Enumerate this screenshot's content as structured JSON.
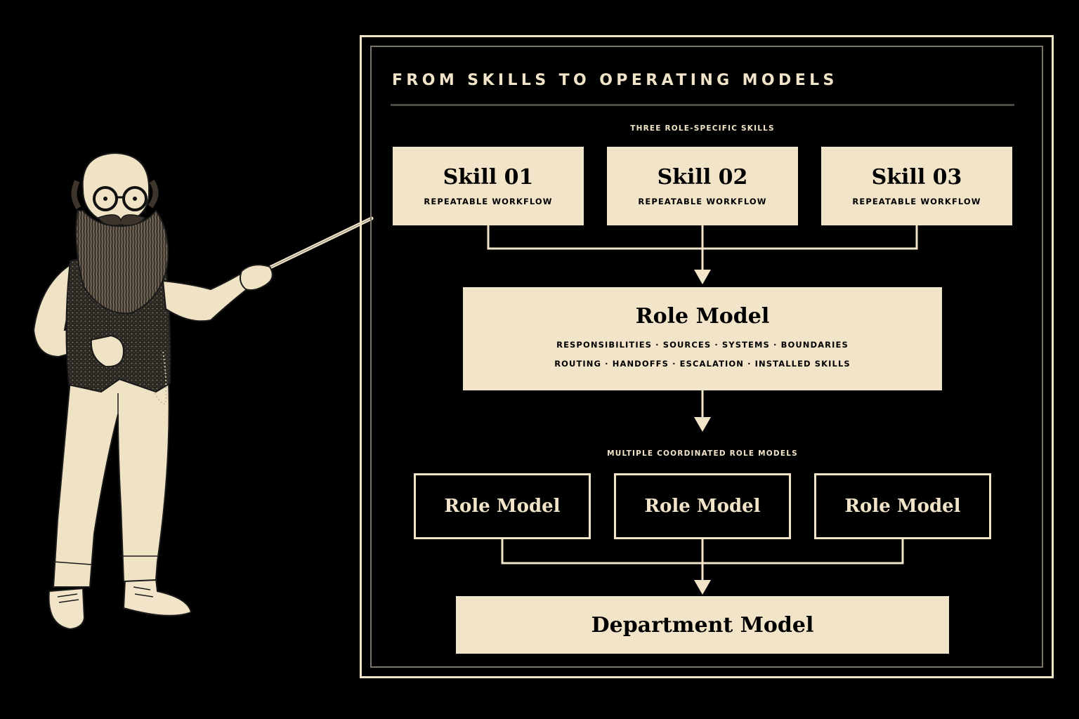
{
  "diagram": {
    "title": "FROM SKILLS TO OPERATING MODELS",
    "skills_section_label": "THREE ROLE-SPECIFIC SKILLS",
    "skills": [
      {
        "title": "Skill 01",
        "subtitle": "REPEATABLE WORKFLOW"
      },
      {
        "title": "Skill 02",
        "subtitle": "REPEATABLE WORKFLOW"
      },
      {
        "title": "Skill 03",
        "subtitle": "REPEATABLE WORKFLOW"
      }
    ],
    "role_model": {
      "title": "Role Model",
      "line1": "RESPONSIBILITIES · SOURCES · SYSTEMS · BOUNDARIES",
      "line2": "ROUTING · HANDOFFS · ESCALATION · INSTALLED SKILLS"
    },
    "coordinated_section_label": "MULTIPLE COORDINATED ROLE MODELS",
    "coordinated_roles": [
      "Role Model",
      "Role Model",
      "Role Model"
    ],
    "department_model": "Department Model"
  },
  "colors": {
    "background": "#000000",
    "cream": "#f2e4c9",
    "rule_gray": "#4f4b43",
    "inner_border": "#7a7466"
  },
  "illustration": {
    "subject": "bearded-presenter-with-pointer-icon"
  }
}
